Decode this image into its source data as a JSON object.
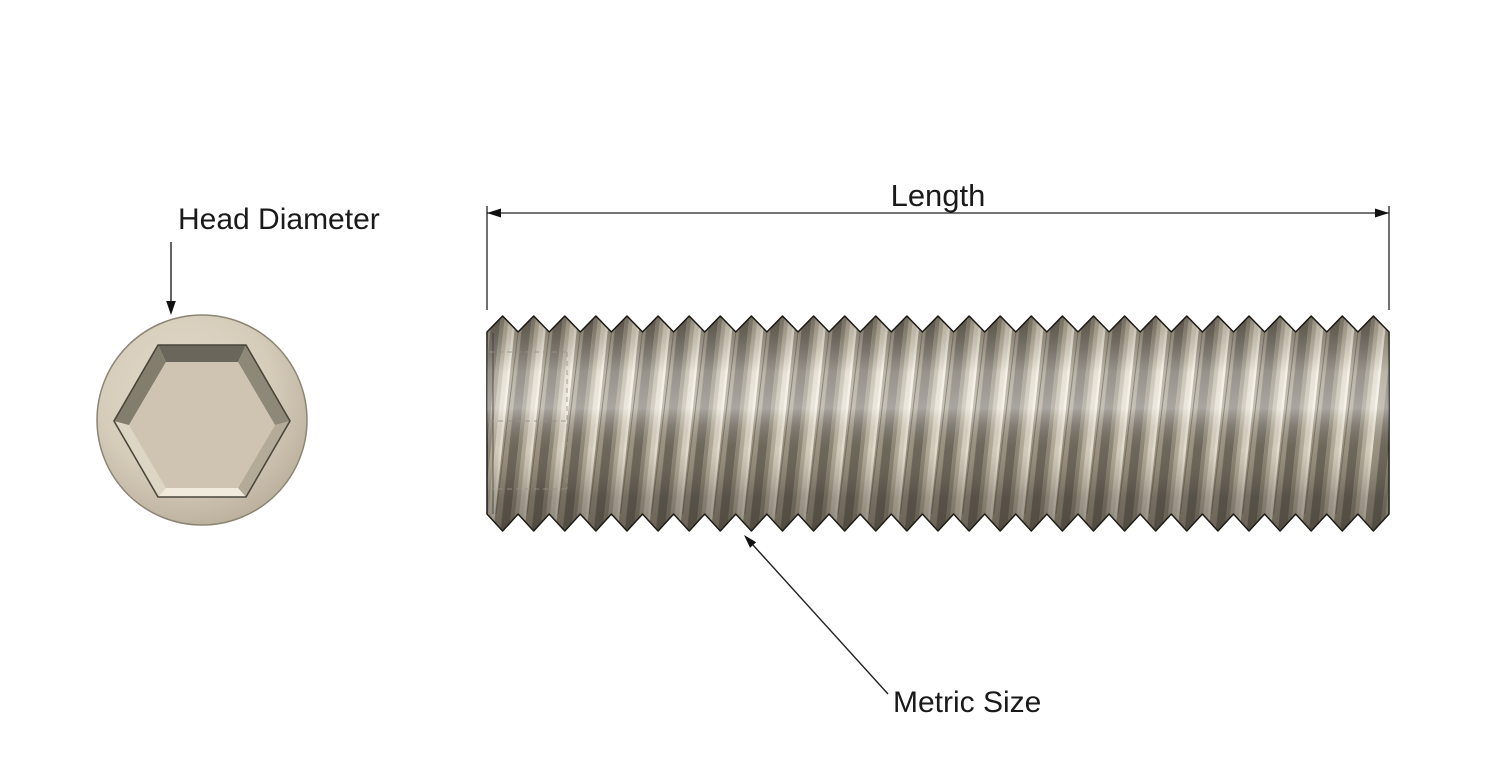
{
  "diagram": {
    "labels": {
      "head_diameter": "Head Diameter",
      "length": "Length",
      "metric_size": "Metric Size"
    },
    "colors": {
      "background": "#ffffff",
      "outline": "#15130f",
      "metal_face": "#d6ccba",
      "metal_highlight": "#efe9db",
      "metal_light": "#ddd5c4",
      "metal_mid": "#b8af9d",
      "metal_dark": "#6b655a",
      "socket_chamfer_dark": "#6a665c",
      "socket_chamfer_light": "#f0ebdc",
      "socket_floor": "#cfc4b1"
    }
  }
}
